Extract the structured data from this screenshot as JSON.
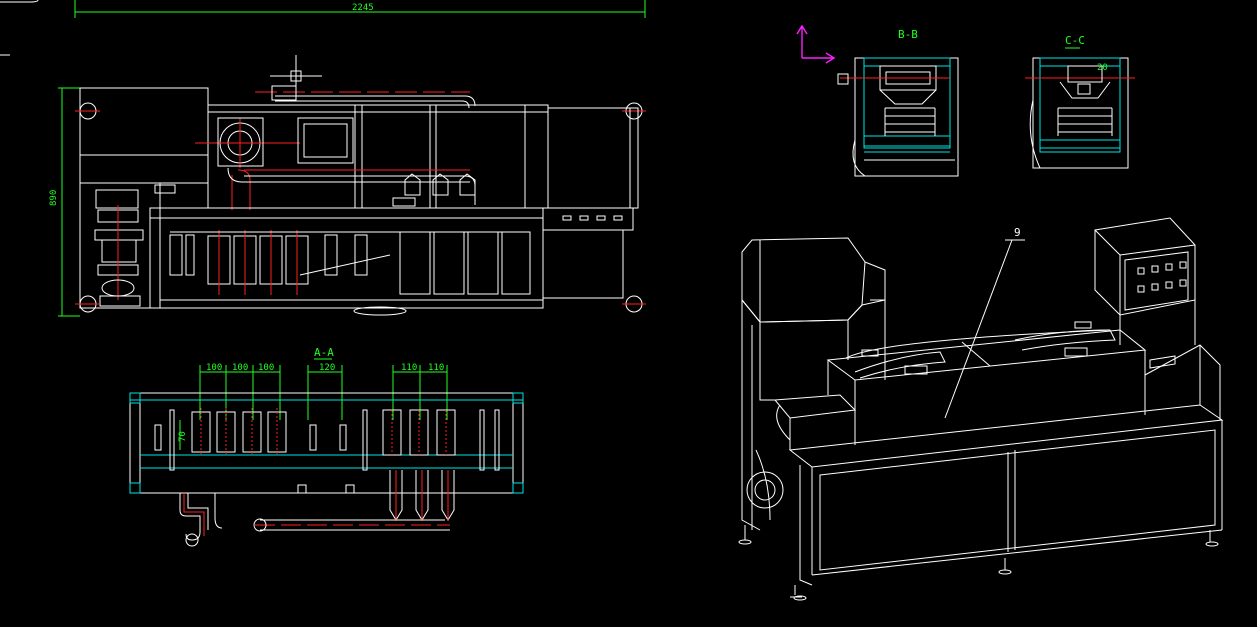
{
  "colors": {
    "background": "#000000",
    "geometry": "#ffffff",
    "dimension": "#20ff20",
    "centerline": "#ff2020",
    "section": "#00e5e5",
    "ucs": "#ff20ff"
  },
  "front_view": {
    "overall_width": "2245",
    "overall_height": "890"
  },
  "section_aa": {
    "title": "A-A",
    "dims_top": [
      "100",
      "100",
      "100",
      "120",
      "110",
      "110"
    ],
    "dim_side": "70"
  },
  "section_bb": {
    "title": "B-B"
  },
  "section_cc": {
    "title": "C-C",
    "dim": "20"
  },
  "iso_view": {
    "callout": "9"
  },
  "icons": [
    "ucs-icon"
  ]
}
